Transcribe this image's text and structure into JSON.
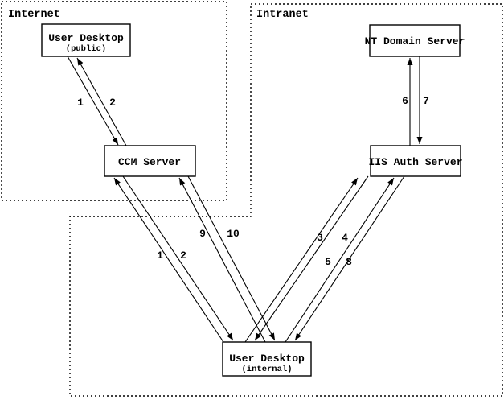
{
  "diagram": {
    "description": "Network authentication flow diagram with Internet and Intranet zones",
    "colors": {
      "line": "#000000",
      "background": "#ffffff"
    }
  },
  "zones": {
    "internet": {
      "label": "Internet"
    },
    "intranet": {
      "label": "Intranet"
    }
  },
  "nodes": {
    "user_desktop_public": {
      "label": "User Desktop",
      "sublabel": "(public)"
    },
    "ccm_server": {
      "label": "CCM Server"
    },
    "nt_domain_server": {
      "label": "NT Domain Server"
    },
    "iis_auth_server": {
      "label": "IIS Auth Server"
    },
    "user_desktop_internal": {
      "label": "User Desktop",
      "sublabel": "(internal)"
    }
  },
  "flow_labels": {
    "public_ccm": {
      "out": "1",
      "back": "2"
    },
    "nt_iis": {
      "up": "6",
      "down": "7"
    },
    "internal_ccm_12": {
      "out": "1",
      "back": "2"
    },
    "internal_ccm_910": {
      "out": "9",
      "back": "10"
    },
    "internal_iis_34": {
      "out": "3",
      "back": "4"
    },
    "internal_iis_58": {
      "out": "5",
      "back": "8"
    }
  }
}
